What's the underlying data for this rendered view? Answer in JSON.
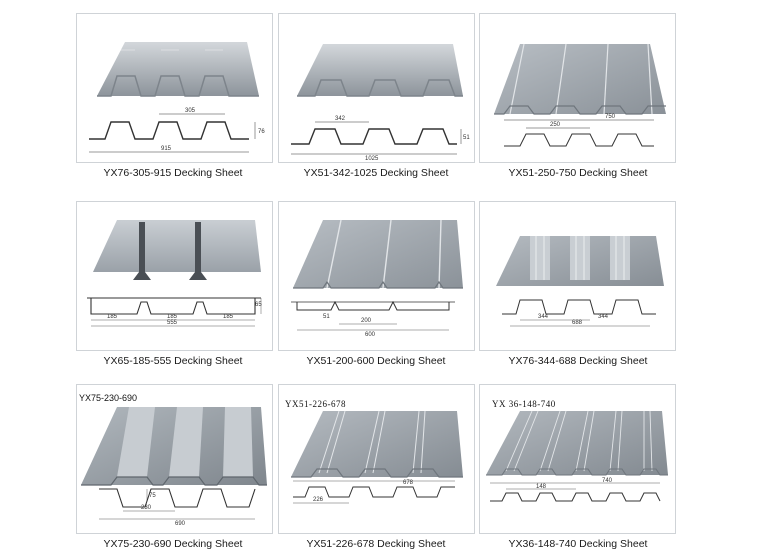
{
  "products": [
    {
      "caption": "YX76-305-915 Decking Sheet",
      "dims": [
        "305",
        "915",
        "76"
      ],
      "label": ""
    },
    {
      "caption": "YX51-342-1025 Decking Sheet",
      "dims": [
        "342",
        "1025",
        "51"
      ],
      "label": ""
    },
    {
      "caption": "YX51-250-750 Decking Sheet",
      "dims": [
        "250",
        "750"
      ],
      "label": ""
    },
    {
      "caption": "YX65-185-555 Decking Sheet",
      "dims": [
        "185",
        "185",
        "185",
        "555",
        "65"
      ],
      "label": ""
    },
    {
      "caption": "YX51-200-600 Decking Sheet",
      "dims": [
        "200",
        "600",
        "51"
      ],
      "label": ""
    },
    {
      "caption": "YX76-344-688 Decking Sheet",
      "dims": [
        "344",
        "344",
        "688"
      ],
      "label": ""
    },
    {
      "caption": "YX75-230-690 Decking Sheet",
      "dims": [
        "230",
        "690",
        "75"
      ],
      "label": "YX75-230-690"
    },
    {
      "caption": "YX51-226-678 Decking Sheet",
      "dims": [
        "226",
        "678"
      ],
      "label": "YX51-226-678"
    },
    {
      "caption": "YX36-148-740 Decking Sheet",
      "dims": [
        "148",
        "740"
      ],
      "label": "YX 36-148-740"
    }
  ],
  "colors": {
    "sheet": "#a9afb5",
    "sheet_dark": "#7d848b",
    "sheet_light": "#d3d7db",
    "border": "#cfd3d7"
  }
}
